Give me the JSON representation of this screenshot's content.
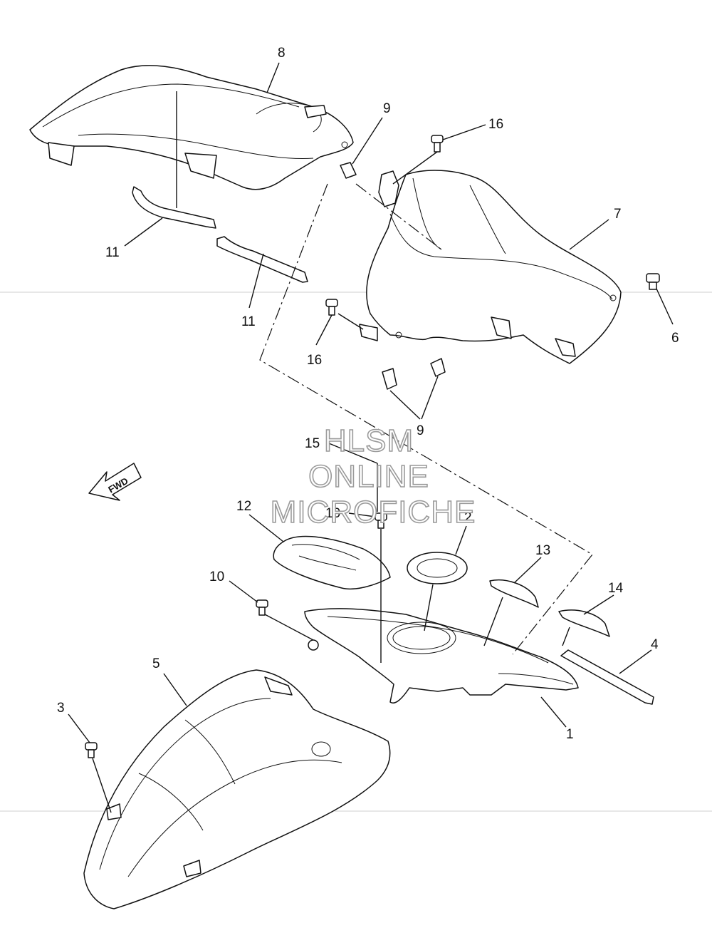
{
  "callouts": {
    "p8": "8",
    "p9_top": "9",
    "p16_top": "16",
    "p7": "7",
    "p11_left": "11",
    "p11_mid": "11",
    "p16_mid": "16",
    "p6": "6",
    "p9_bottom": "9",
    "p15": "15",
    "p12": "12",
    "p10_upper": "10",
    "p2": "2",
    "p13": "13",
    "p14": "14",
    "p10_lower": "10",
    "p5": "5",
    "p4": "4",
    "p3": "3",
    "p1": "1"
  },
  "fwd_label": "FWD",
  "watermark": {
    "line1": "HLSM",
    "line2": "ONLINE",
    "line3": "MICROFICHE"
  }
}
